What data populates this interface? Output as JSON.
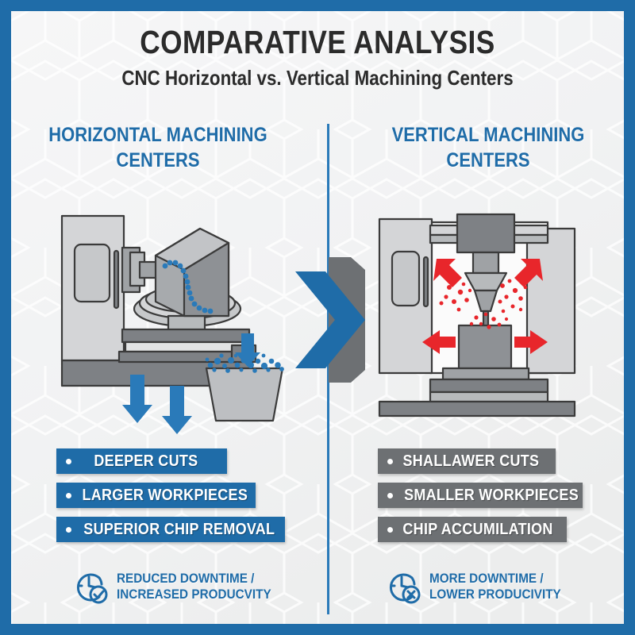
{
  "poster": {
    "title": "COMPARATIVE ANALYSIS",
    "subtitle": "CNC Horizontal vs. Vertical Machining Centers",
    "accent_blue": "#1f6ca8",
    "accent_gray": "#6d7073",
    "chip_blue": "#2a7ab9",
    "chip_red": "#e8262b",
    "background": "#f2f3f4"
  },
  "left_column": {
    "heading": "HORIZONTAL MACHINING CENTERS",
    "illustration_name": "horizontal-machining-center-illustration",
    "bullets": [
      {
        "label": "DEEPER CUTS",
        "width_class": "w1"
      },
      {
        "label": "LARGER WORKPIECES",
        "width_class": "w2"
      },
      {
        "label": "SUPERIOR CHIP REMOVAL",
        "width_class": "w3"
      }
    ],
    "footer": {
      "icon": "clock-check-icon",
      "line1": "REDUCED DOWNTIME /",
      "line2": "INCREASED PRODUCVITY"
    }
  },
  "right_column": {
    "heading": "VERTICAL MACHINING CENTERS",
    "illustration_name": "vertical-machining-center-illustration",
    "bullets": [
      {
        "label": "SHALLAWER CUTS",
        "width_class": "r1"
      },
      {
        "label": "SMALLER WORKPIECES",
        "width_class": "r2"
      },
      {
        "label": "CHIP ACCUMILATION",
        "width_class": "r3"
      }
    ],
    "footer": {
      "icon": "clock-cross-icon",
      "line1": "MORE DOWNTIME /",
      "line2": "LOWER PRODUCIVITY"
    }
  },
  "divider": {
    "chevron_icon": "chevron-right-icon",
    "slab_icon": "gray-slab-shape"
  }
}
